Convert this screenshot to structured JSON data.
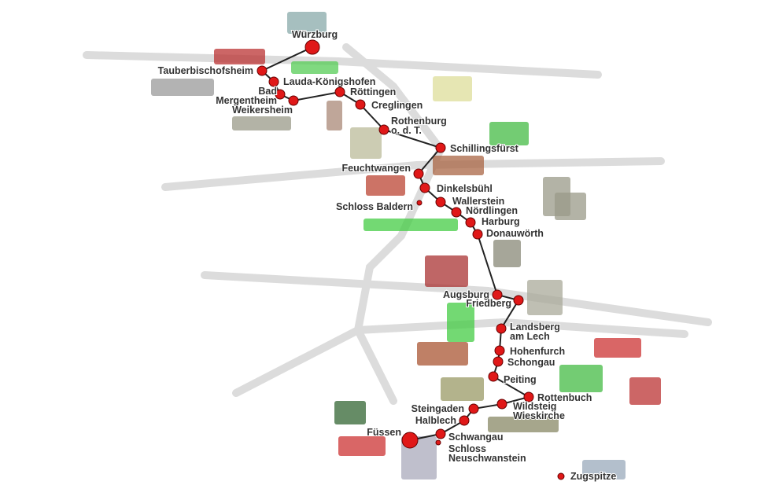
{
  "map": {
    "route_color": "#e01818",
    "line_color": "#222222",
    "road_color": "#dcdcdc",
    "stations": [
      {
        "name": "Würzburg"
      },
      {
        "name": "Tauberbischofsheim"
      },
      {
        "name": "Lauda-Königshofen"
      },
      {
        "name": "Bad",
        "name2": "Mergentheim"
      },
      {
        "name": "Weikersheim"
      },
      {
        "name": "Röttingen"
      },
      {
        "name": "Creglingen"
      },
      {
        "name": "Rothenburg",
        "name2": "o. d. T."
      },
      {
        "name": "Schillingsfürst"
      },
      {
        "name": "Feuchtwangen"
      },
      {
        "name": "Dinkelsbühl"
      },
      {
        "name": "Schloss Baldern"
      },
      {
        "name": "Wallerstein"
      },
      {
        "name": "Nördlingen"
      },
      {
        "name": "Harburg"
      },
      {
        "name": "Donauwörth"
      },
      {
        "name": "Augsburg"
      },
      {
        "name": "Friedberg"
      },
      {
        "name": "Landsberg",
        "name2": "am Lech"
      },
      {
        "name": "Hohenfurch"
      },
      {
        "name": "Schongau"
      },
      {
        "name": "Peiting"
      },
      {
        "name": "Rottenbuch"
      },
      {
        "name": "Wildsteig",
        "name2": "Wieskirche"
      },
      {
        "name": "Steingaden"
      },
      {
        "name": "Halblech"
      },
      {
        "name": "Füssen"
      },
      {
        "name": "Schwangau"
      },
      {
        "name": "Schloss",
        "name2": "Neuschwanstein"
      },
      {
        "name": "Zugspitze"
      }
    ]
  }
}
